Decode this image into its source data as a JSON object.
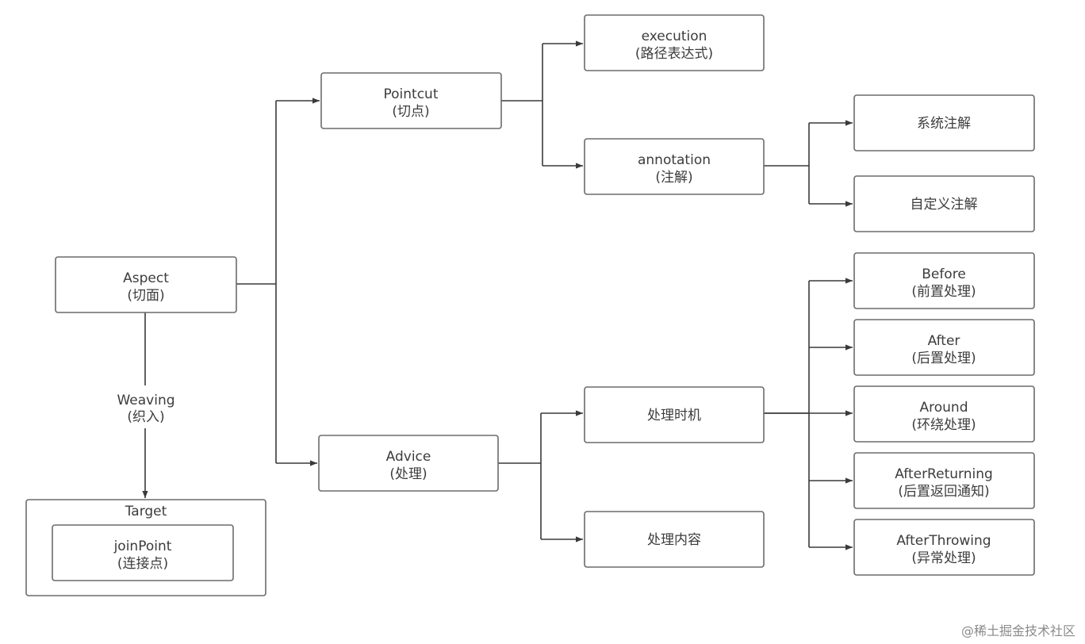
{
  "nodes": {
    "aspect": {
      "title": "Aspect",
      "subtitle": "(切面)"
    },
    "pointcut": {
      "title": "Pointcut",
      "subtitle": "(切点)"
    },
    "advice": {
      "title": "Advice",
      "subtitle": "(处理)"
    },
    "execution": {
      "title": "execution",
      "subtitle": "(路径表达式)"
    },
    "annotation": {
      "title": "annotation",
      "subtitle": "(注解)"
    },
    "system_ann": {
      "title": "系统注解"
    },
    "custom_ann": {
      "title": "自定义注解"
    },
    "timing": {
      "title": "处理时机"
    },
    "content": {
      "title": "处理内容"
    },
    "before": {
      "title": "Before",
      "subtitle": "(前置处理)"
    },
    "after": {
      "title": "After",
      "subtitle": "(后置处理)"
    },
    "around": {
      "title": "Around",
      "subtitle": "(环绕处理)"
    },
    "after_returning": {
      "title": "AfterReturning",
      "subtitle": "(后置返回通知)"
    },
    "after_throwing": {
      "title": "AfterThrowing",
      "subtitle": "(异常处理)"
    },
    "target": {
      "title": "Target"
    },
    "joinpoint": {
      "title": "joinPoint",
      "subtitle": "(连接点)"
    }
  },
  "edge_labels": {
    "weaving": {
      "title": "Weaving",
      "subtitle": "(织入)"
    }
  },
  "watermark": "@稀土掘金技术社区"
}
